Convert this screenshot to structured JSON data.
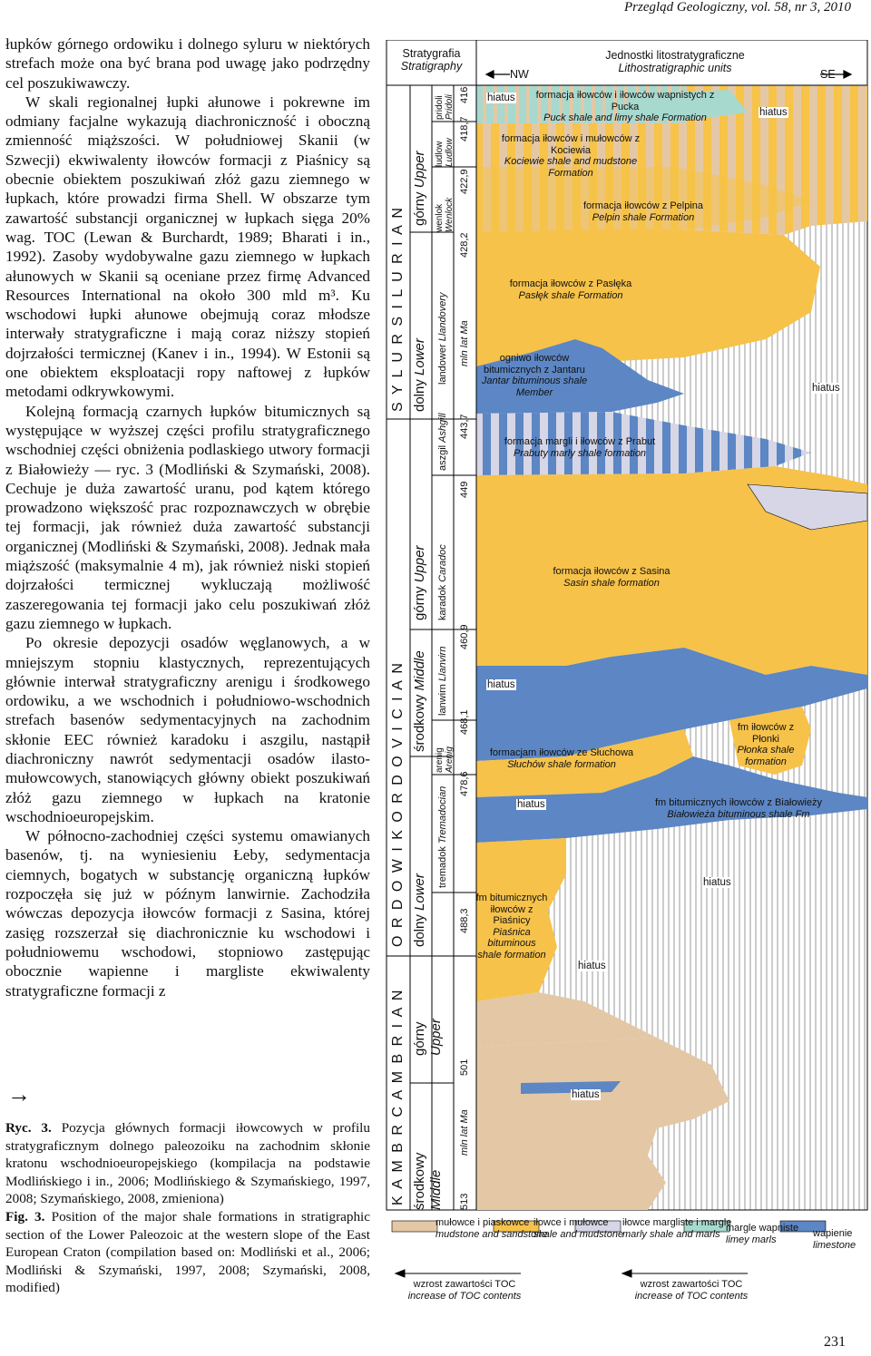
{
  "journal_header": "Przegląd Geologiczny, vol. 58, nr 3, 2010",
  "body_text": [
    "łupków górnego ordowiku i dolnego syluru w niektórych strefach może ona być brana pod uwagę jako podrzędny cel poszukiwawczy.",
    "W skali regionalnej łupki ałunowe i pokrewne im odmiany facjalne wykazują diachroniczność i oboczną zmienność miąższości. W południowej Skanii (w Szwecji) ekwiwalenty iłowców formacji z Piaśnicy są obecnie obiektem poszukiwań złóż gazu ziemnego w łupkach, które prowadzi firma Shell. W obszarze tym zawartość substancji organicznej w łupkach sięga 20% wag. TOC (Lewan & Burchardt, 1989; Bharati i in., 1992). Zasoby wydobywalne gazu ziemnego w łupkach ałunowych w Skanii są oceniane przez firmę Advanced Resources International na około 300 mld m³. Ku wschodowi łupki ałunowe obejmują coraz młodsze interwały stratygraficzne i mają coraz niższy stopień dojrzałości termicznej (Kanev i in., 1994). W Estonii są one obiektem eksploatacji ropy naftowej z łupków metodami odkrywkowymi.",
    "Kolejną formacją czarnych łupków bitumicznych są występujące w wyższej części profilu stratygraficznego wschodniej części obniżenia podlaskiego utwory formacji z Białowieży — ryc. 3 (Modliński & Szymański, 2008). Cechuje je duża zawartość uranu, pod kątem którego prowadzono większość prac rozpoznawczych w obrębie tej formacji, jak również duża zawartość substancji organicznej (Modliński & Szymański, 2008). Jednak mała miąższość (maksymalnie 4 m), jak również niski stopień dojrzałości termicznej wykluczają możliwość zaszeregowania tej formacji jako celu poszukiwań złóż gazu ziemnego w łupkach.",
    "Po okresie depozycji osadów węglanowych, a w mniejszym stopniu klastycznych, reprezentujących głównie interwał stratygraficzny arenigu i środkowego ordowiku, a we wschodnich i południowo-wschodnich strefach basenów sedymentacyjnych na zachodnim skłonie EEC również karadoku i aszgilu, nastąpił diachroniczny nawrót sedymentacji osadów ilasto-mułowcowych, stanowiących główny obiekt poszukiwań złóż gazu ziemnego w łupkach na kratonie wschodnioeuropejskim.",
    "W północno-zachodniej części systemu omawianych basenów, tj. na wyniesieniu Łeby, sedymentacja ciemnych, bogatych w substancję organiczną łupków rozpoczęła się już w późnym lanwirnie. Zachodziła wówczas depozycja iłowców formacji z Sasina, której zasięg rozszerzał się diachronicznie ku wschodowi i południowemu wschodowi, stopniowo zastępując obocznie wapienne i margliste ekwiwalenty stratygraficzne formacji z"
  ],
  "arrow": "→",
  "caption_pl_label": "Ryc. 3.",
  "caption_pl": "Pozycja głównych formacji iłowcowych w profilu stratygraficznym dolnego paleozoiku na zachodnim skłonie kratonu wschodnioeuropejskiego (kompilacja na podstawie Modlińskiego i in., 2006; Modlińskiego & Szymańskiego, 1997, 2008; Szymańskiego, 2008, zmieniona)",
  "caption_en_label": "Fig. 3.",
  "caption_en": "Position of the major shale formations in stratigraphic section of the Lower Paleozoic at the western slope of the East European Craton (compilation based on: Modliński et al., 2006; Modliński & Szymański, 1997, 2008; Szymański, 2008, modified)",
  "page_number": "231",
  "figure": {
    "strat_header_pl": "Stratygrafia",
    "strat_header_en": "Stratigraphy",
    "litho_header_pl": "Jednostki litostratygraficzne",
    "litho_header_en": "Lithostratigraphic units",
    "nw": "NW",
    "se": "SE",
    "systems": [
      {
        "name": "S Y L U R   S I L U R I A N"
      },
      {
        "name": "O R D O W I K   O R D O V I C I A N"
      },
      {
        "name": "K A M B R   C A M B R I A N"
      }
    ],
    "series": [
      {
        "pl": "górny",
        "en": "Upper"
      },
      {
        "pl": "dolny",
        "en": "Lower"
      },
      {
        "pl": "górny",
        "en": "Upper"
      },
      {
        "pl": "środkowy",
        "en": "Middle"
      },
      {
        "pl": "dolny",
        "en": "Lower"
      },
      {
        "pl": "górny",
        "en": "Upper"
      },
      {
        "pl": "środkowy",
        "en": "Middle"
      }
    ],
    "stages": [
      {
        "pl": "pridoli",
        "en": "Pridoli"
      },
      {
        "pl": "ludlow",
        "en": "Ludlow"
      },
      {
        "pl": "wenlok",
        "en": "Wenlock"
      },
      {
        "pl": "landower",
        "en": "Llandovery"
      },
      {
        "pl": "aszgil",
        "en": "Ashgill"
      },
      {
        "pl": "karadok",
        "en": "Caradoc"
      },
      {
        "pl": "lanwirn",
        "en": "Llanvirn"
      },
      {
        "pl": "arenig",
        "en": "Arenig"
      },
      {
        "pl": "tremadok",
        "en": "Tremadocian"
      }
    ],
    "ages": [
      "416",
      "418,7",
      "422,9",
      "428,2",
      "443,7",
      "449",
      "460,9",
      "468,1",
      "478,6",
      "488,3",
      "501",
      "513"
    ],
    "age_unit": "mln lat  Ma",
    "formations": [
      {
        "pl": "formacja iłowców i iłowców wapnistych z Pucka",
        "en": "Puck shale and limy shale Formation"
      },
      {
        "pl": "formacja iłowców i mułowców z Kociewia",
        "en": "Kociewie shale and mudstone Formation"
      },
      {
        "pl": "formacja iłowców z Pelpina",
        "en": "Pelpin shale Formation"
      },
      {
        "pl": "formacja iłowców z Pasłęka",
        "en": "Pasłęk shale Formation"
      },
      {
        "pl": "ogniwo iłowców bitumicznych z Jantaru",
        "en": "Jantar bituminous shale Member"
      },
      {
        "pl": "formacja margli i iłowców z Prabut",
        "en": "Prabuty marly shale formation"
      },
      {
        "pl": "formacja iłowców z Sasina",
        "en": "Sasin shale formation"
      },
      {
        "pl": "formacjam iłowców ze Słuchowa",
        "en": "Słuchów shale formation"
      },
      {
        "pl": "fm iłowców z Płonki",
        "en": "Płonka shale formation"
      },
      {
        "pl": "fm bitumicznych iłowców z Białowieży",
        "en": "Białowieża bituminous shale Fm"
      },
      {
        "pl": "fm bitumicznych iłowców z Piaśnicy",
        "en": "Piaśnica bituminous shale formation"
      }
    ],
    "hiatus": "hiatus",
    "legend": [
      {
        "pl": "mułowce i piaskowce",
        "en": "mudstone and sandstone",
        "color": "#e4c8a6"
      },
      {
        "pl": "iłowce i mułowce",
        "en": "shale and mudstone",
        "color": "#f6c24a"
      },
      {
        "pl": "iłowce margliste i margle",
        "en": "marly shale and marls",
        "color": "#d6d6e6"
      },
      {
        "pl": "margle wapniste",
        "en": "limey marls",
        "color": "#a7d9cf"
      },
      {
        "pl": "wapienie",
        "en": "limestone",
        "color": "#5c86c4"
      }
    ],
    "toc_left_pl": "wzrost zawartości TOC",
    "toc_left_en": "increase of TOC contents",
    "toc_right_pl": "wzrost zawartości TOC",
    "toc_right_en": "increase of TOC contents",
    "colors": {
      "yellow": "#f6c24a",
      "blue": "#5c86c4",
      "tan": "#e4c8a6",
      "teal": "#a7d9cf",
      "grey": "#d6d6e6"
    }
  }
}
